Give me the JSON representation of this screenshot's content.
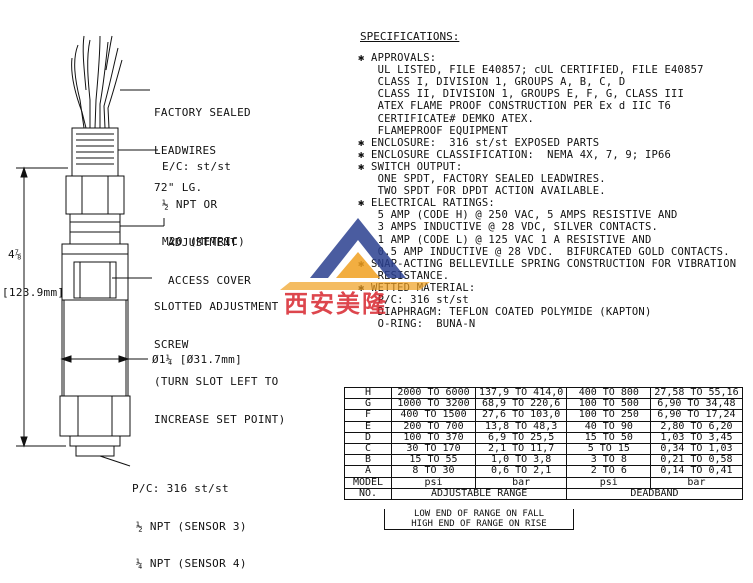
{
  "left_labels": {
    "leadwires": [
      "FACTORY SEALED",
      "LEADWIRES",
      "72\" LG."
    ],
    "ec": [
      "E/C: st/st",
      "½ NPT OR",
      "M20 (METRIC)"
    ],
    "adjustment": [
      "ADJUSTMENT",
      "ACCESS COVER"
    ],
    "slotted": [
      "SLOTTED ADJUSTMENT",
      "SCREW",
      "(TURN SLOT LEFT TO",
      "INCREASE SET POINT)"
    ],
    "height": [
      "4⅞",
      "[123.9mm]"
    ],
    "diameter": "Ø1¼ [Ø31.7mm]",
    "pc": [
      "P/C: 316 st/st",
      "½ NPT (SENSOR 3)",
      "¼ NPT (SENSOR 4)"
    ]
  },
  "specifications": {
    "title": "SPECIFICATIONS:",
    "lines": [
      "✱ APPROVALS:",
      "   UL LISTED, FILE E40857; cUL CERTIFIED, FILE E40857",
      "   CLASS I, DIVISION 1, GROUPS A, B, C, D",
      "   CLASS II, DIVISION 1, GROUPS E, F, G, CLASS III",
      "   ATEX FLAME PROOF CONSTRUCTION PER Ex d IIC T6",
      "   CERTIFICATE# DEMKO ATEX.",
      "   FLAMEPROOF EQUIPMENT",
      "✱ ENCLOSURE:  316 st/st EXPOSED PARTS",
      "✱ ENCLOSURE CLASSIFICATION:  NEMA 4X, 7, 9; IP66",
      "✱ SWITCH OUTPUT:",
      "   ONE SPDT, FACTORY SEALED LEADWIRES.",
      "   TWO SPDT FOR DPDT ACTION AVAILABLE.",
      "✱ ELECTRICAL RATINGS:",
      "   5 AMP (CODE H) @ 250 VAC, 5 AMPS RESISTIVE AND",
      "   3 AMPS INDUCTIVE @ 28 VDC, SILVER CONTACTS.",
      "   1 AMP (CODE L) @ 125 VAC 1 A RESISTIVE AND",
      "   0.5 AMP INDUCTIVE @ 28 VDC.  BIFURCATED GOLD CONTACTS.",
      "✱ SNAP-ACTING BELLEVILLE SPRING CONSTRUCTION FOR VIBRATION",
      "   RESISTANCE.",
      "✱ WETTED MATERIAL:",
      "   P/C: 316 st/st",
      "   DIAPHRAGM: TEFLON COATED POLYMIDE (KAPTON)",
      "   O-RING:  BUNA-N"
    ]
  },
  "range_table": {
    "rows": [
      [
        "H",
        "2000 TO 6000",
        "137,9 TO 414,0",
        "400 TO 800",
        "27,58 TO 55,16"
      ],
      [
        "G",
        "1000 TO 3200",
        "68,9 TO 220,6",
        "100 TO 500",
        "6,90 TO 34,48"
      ],
      [
        "F",
        "400 TO 1500",
        "27,6 TO 103,0",
        "100 TO 250",
        "6,90 TO 17,24"
      ],
      [
        "E",
        "200 TO 700",
        "13,8 TO 48,3",
        "40 TO 90",
        "2,80 TO 6,20"
      ],
      [
        "D",
        "100 TO 370",
        "6,9 TO 25,5",
        "15 TO 50",
        "1,03 TO 3,45"
      ],
      [
        "C",
        "30 TO 170",
        "2,1 TO 11,7",
        "5 TO 15",
        "0,34 TO 1,03"
      ],
      [
        "B",
        "15 TO 55",
        "1,0 TO 3,8",
        "3 TO 8",
        "0,21 TO 0,58"
      ],
      [
        "A",
        "8 TO 30",
        "0,6 TO 2,1",
        "2 TO 6",
        "0,14 TO 0,41"
      ]
    ],
    "units_row": [
      "MODEL",
      "psi",
      "bar",
      "psi",
      "bar"
    ],
    "header_row": [
      "NO.",
      "ADJUSTABLE RANGE",
      "DEADBAND"
    ],
    "footnote": [
      "LOW END OF RANGE ON FALL",
      "HIGH END OF RANGE ON RISE"
    ]
  },
  "watermark_text": "西安美隆",
  "colors": {
    "watermark_red": "#d8262e",
    "watermark_blue": "#2a3f8f",
    "watermark_orange": "#f0a020"
  }
}
